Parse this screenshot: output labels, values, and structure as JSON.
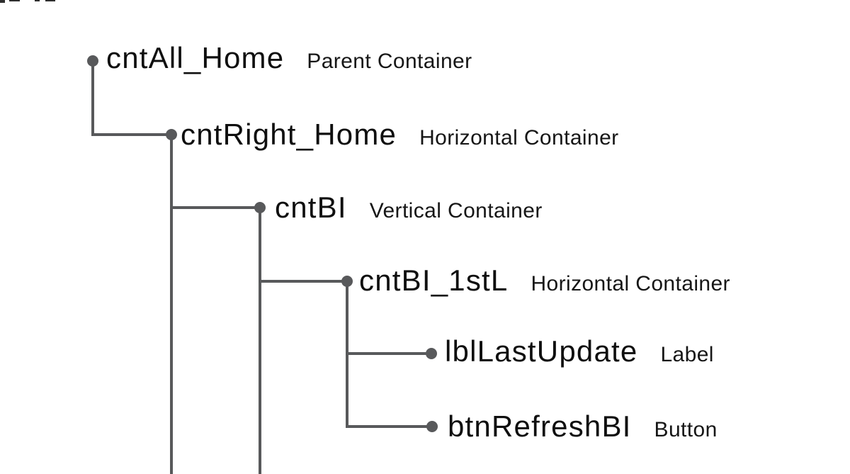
{
  "diagram": {
    "kind": "control-hierarchy-tree",
    "nodes": [
      {
        "name": "cntAll_Home",
        "type": "Parent Container"
      },
      {
        "name": "cntRight_Home",
        "type": "Horizontal Container"
      },
      {
        "name": "cntBI",
        "type": "Vertical Container"
      },
      {
        "name": "cntBI_1stL",
        "type": "Horizontal Container"
      },
      {
        "name": "lblLastUpdate",
        "type": "Label"
      },
      {
        "name": "btnRefreshBI",
        "type": "Button"
      }
    ],
    "hierarchy": {
      "cntAll_Home": {
        "cntRight_Home": {
          "cntBI": {
            "cntBI_1stL": {
              "lblLastUpdate": {},
              "btnRefreshBI": {}
            }
          }
        }
      }
    }
  },
  "colors": {
    "background": "#ffffff",
    "connector_line": "#58595b",
    "node_dot": "#58595b",
    "name_text": "#0f0f0f",
    "type_text": "#161616"
  }
}
